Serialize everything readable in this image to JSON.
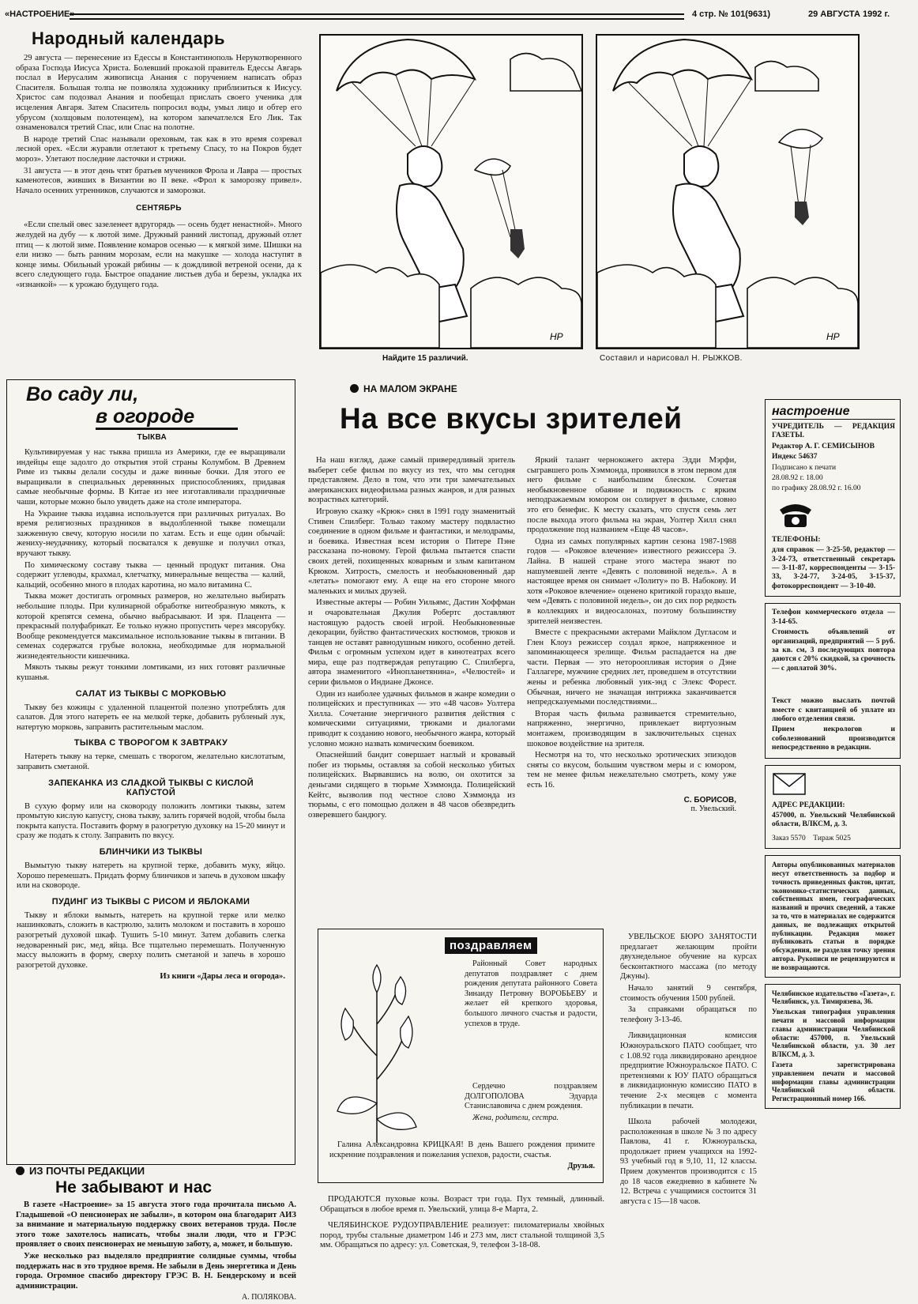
{
  "header": {
    "paper": "«НАСТРОЕНИЕ»",
    "issue": "4 стр. № 101(9631)",
    "date": "29 АВГУСТА 1992 г."
  },
  "calendar": {
    "title": "Народный календарь",
    "p1": "29 августа — перенесение из Едессы в Константинополь Нерукотворенного образа Господа Иисуса Христа. Болевший проказой правитель Едессы Авгарь послал в Иерусалим живописца Анания с поручением написать образ Спасителя. Большая толпа не позволяла художнику приблизиться к Иисусу. Христос сам подозвал Анания и пообещал прислать своего ученика для исцеления Авгаря. Затем Спаситель попросил воды, умыл лицо и обтер его убрусом (холщовым полотенцем), на котором запечатлелся Его Лик. Так ознаменовался третий Спас, или Спас на полотне.",
    "p2": "В народе третий Спас называли ореховым, так как в это время созревал лесной орех. «Если журавли отлетают к третьему Спасу, то на Покров будет мороз». Улетают последние ласточки и стрижи.",
    "p3": "31 августа — в этот день чтят братьев мучеников Фрола и Лавра — простых каменотесов, живших в Византии во II веке. «Фрол к заморозку привел». Начало осенних утренников, случаются и заморозки.",
    "sept_heading": "СЕНТЯБРЬ",
    "p4": "«Если спелый овес зазеленеет вдругорядь — осень будет ненастной». Много желудей на дубу — к лютой зиме. Дружный ранний листопад, дружный отлет птиц — к лютой зиме. Появление комаров осенью — к мягкой зиме. Шишки на ели низко — быть ранним морозам, если на макушке — холода наступят в конце зимы. Обильный урожай рябины — к дождливой ветреной осени, да к всего следующего года. Быстрое опадание листьев дуба и березы, укладка их «изнанкой» — к урожаю будущего года."
  },
  "puzzle": {
    "caption_left": "Найдите 15 различий.",
    "caption_right": "Составил и нарисовал Н. РЫЖКОВ.",
    "signature": "НР"
  },
  "garden": {
    "title_line1": "Во саду ли,",
    "title_line2": "в огороде",
    "subtitle": "ТЫКВА",
    "p1": "Культивируемая у нас тыква пришла из Америки, где ее выращивали индейцы еще задолго до открытия этой страны Колумбом. В Древнем Риме из тыквы делали сосуды и даже винные бочки. Для этого ее выращивали в специальных деревянных приспособлениях, придавая самые необычные формы. В Китае из нее изготавливали праздничные чаши, которые можно было увидеть даже на столе императора.",
    "p2": "На Украине тыква издавна используется при различных ритуалах. Во время религиозных праздников в выдолбленной тыкве помещали зажженную свечу, которую носили по хатам. Есть и еще один обычай: жениху-неудачнику, который посватался к девушке и получил отказ, вручают тыкву.",
    "p3": "По химическому составу тыква — ценный продукт питания. Она содержит углеводы, крахмал, клетчатку, минеральные вещества — калий, кальций, особенно много в плодах каротина, но мало витамина С.",
    "p4": "Тыква может достигать огромных размеров, но желательно выбирать небольшие плоды. При кулинарной обработке нитеобразную мякоть, к которой крепятся семена, обычно выбрасывают. И зря. Плацента — прекрасный полуфабрикат. Ее только нужно пропустить через мясорубку. Вообще рекомендуется максимальное использование тыквы в питании. В семенах содержатся грубые волокна, необходимые для нормальной жизнедеятельности кишечника.",
    "p5": "Мякоть тыквы режут тонкими ломтиками, из них готовят различные кушанья.",
    "r1_title": "САЛАТ ИЗ ТЫКВЫ С МОРКОВЬЮ",
    "r1": "Тыкву без кожицы с удаленной плацентой полезно употреблять для салатов. Для этого натереть ее на мелкой терке, добавить рубленый лук, натертую морковь, заправить растительным маслом.",
    "r2_title": "ТЫКВА С ТВОРОГОМ К ЗАВТРАКУ",
    "r2": "Натереть тыкву на терке, смешать с творогом, желательно кислотатым, заправить сметаной.",
    "r3_title": "ЗАПЕКАНКА ИЗ СЛАДКОЙ ТЫКВЫ С КИСЛОЙ КАПУСТОЙ",
    "r3": "В сухую форму или на сковороду положить ломтики тыквы, затем промытую кислую капусту, снова тыкву, залить горячей водой, чтобы была покрыта капуста. Поставить форму в разогретую духовку на 15-20 минут и сразу же подать к столу. Заправить по вкусу.",
    "r4_title": "БЛИНЧИКИ ИЗ ТЫКВЫ",
    "r4": "Вымытую тыкву натереть на крупной терке, добавить муку, яйцо. Хорошо перемешать. Придать форму блинчиков и запечь в духовом шкафу или на сковороде.",
    "r5_title": "ПУДИНГ ИЗ ТЫКВЫ С РИСОМ И ЯБЛОКАМИ",
    "r5": "Тыкву и яблоки вымыть, натереть на крупной терке или мелко нашинковать, сложить в кастрюлю, залить молоком и поставить в хорошо разогретый духовой шкаф. Тушить 5-10 минут. Затем добавить слегка недоваренный рис, мед, яйца. Все тщательно перемешать. Полученную массу выложить в форму, сверху полить сметаной и запечь в хорошо разогретой духовке.",
    "source": "Из книги «Дары леса и огорода»."
  },
  "mail": {
    "rubric": "ИЗ ПОЧТЫ РЕДАКЦИИ",
    "title": "Не забывают и нас",
    "p1": "В газете «Настроение» за 15 августа этого года прочитала письмо А. Гладышевой «О пенсионерах не забыли», в котором она благодарит АИЗ за внимание и материальную поддержку своих ветеранов труда. После этого тоже захотелось написать, чтобы знали люди, что и ГРЭС проявляет о своих пенсионерах не меньшую заботу, а, может, и большую.",
    "p2": "Уже несколько раз выделяло предприятие солидные суммы, чтобы поддержать нас в это трудное время. Не забыли в День энергетика и День города. Огромное спасибо директору ГРЭС В. Н. Бендерскому и всей администрации.",
    "author": "А. ПОЛЯКОВА."
  },
  "tv": {
    "rubric": "НА МАЛОМ ЭКРАНЕ",
    "title": "На все вкусы зрителей",
    "c1p1": "На наш взгляд, даже самый привередливый зритель выберет себе фильм по вкусу из тех, что мы сегодня представляем. Дело в том, что эти три замечательных американских видеофильма разных жанров, и для разных возрастных категорий.",
    "c1p2": "Игровую сказку «Крюк» снял в 1991 году знаменитый Стивен Спилберг. Только такому мастеру подвластно соединение в одном фильме и фантастики, и мелодрамы, и боевика. Известная всем история о Питере Пэне рассказана по-новому. Герой фильма пытается спасти своих детей, похищенных коварным и злым капитаном Крюком. Хитрость, смелость и необыкновенный дар «летать» помогают ему. А еще на его стороне много маленьких и милых друзей.",
    "c1p3": "Известные актеры — Робин Уильямс, Дастин Хоффман и очаровательная Джулия Робертс доставляют настоящую радость своей игрой. Необыкновенные декорации, буйство фантастических костюмов, трюков и танцев не оставят равнодушным никого, особенно детей. Фильм с огромным успехом идет в кинотеатрах всего мира, еще раз подтверждая репутацию С. Спилберга, автора знаменитого «Инопланетянина», «Челюстей» и серии фильмов о Индиане Джонсе.",
    "c1p4": "Один из наиболее удачных фильмов в жанре комедии о полицейских и преступниках — это «48 часов» Уолтера Хилла. Сочетание энергичного развития действия с комическими ситуациями, трюками и диалогами приводит к созданию нового, необычного жанра, который условно можно назвать комическим боевиком.",
    "c1p5": "Опаснейший бандит совершает наглый и кровавый побег из тюрьмы, оставляя за собой несколько убитых полицейских. Вырвавшись на волю, он охотится за деньгами сидящего в тюрьме Хэммонда. Полицейский Кейтс, вызволив под честное слово Хэммонда из тюрьмы, с его помощью должен в 48 часов обезвредить озверевшего бандюгу.",
    "c2p1": "Яркий талант чернокожего актера Эдди Мэрфи, сыгравшего роль Хэммонда, проявился в этом первом для него фильме с наибольшим блеском. Сочетая необыкновенное обаяние и подвижность с ярким неподражаемым юмором он солирует в фильме, словно это его бенефис. К месту сказать, что спустя семь лет после выхода этого фильма на экран, Уолтер Хилл снял продолжение под названием «Еще 48 часов».",
    "c2p2": "Одна из самых популярных картин сезона 1987-1988 годов — «Роковое влечение» известного режиссера Э. Лайна. В нашей стране этого мастера знают по нашумевшей ленте «Девять с половиной недель». А в настоящее время он снимает «Лолиту» по В. Набокову. И хотя «Роковое влечение» оценено критикой гораздо выше, чем «Девять с половиной недель», он до сих пор редкость в коллекциях и видеосалонах, поэтому большинству зрителей неизвестен.",
    "c2p3": "Вместе с прекрасными актерами Майклом Дугласом и Глен Клоуз режиссер создал яркое, напряженное и запоминающееся зрелище. Фильм распадается на две части. Первая — это нетороопливая история о Дэне Галлагере, мужчине средних лет, проведшем в отсутствии жены и ребенка любовный уик-энд с Элекс Форест. Обычная, ничего не значащая интрижка заканчивается непредсказуемыми последствиями...",
    "c2p4": "Вторая часть фильма развивается стремительно, напряженно, энергично, привлекает виртуозным монтажем, производящим в заключительных сценах шоковое воздействие на зрителя.",
    "c2p5": "Несмотря на то, что несколько эротических эпизодов сняты со вкусом, большим чувством меры и с юмором, тем не менее фильм нежелательно смотреть, кому уже есть 16.",
    "author": "С. БОРИСОВ,",
    "author_place": "п. Увельский."
  },
  "greetings": {
    "logo": "поздравляем",
    "g1": "Районный Совет народных депутатов поздравляет с днем рождения депутата районного Совета Зинаиду Петровну ВОРОБЬЕВУ и желает ей крепкого здоровья, большого личного счастья и радости, успехов в труде.",
    "g2": "Сердечно поздравляем ДОЛГОПОЛОВА Эдуарда Станиславовича с днем рождения.",
    "g2_sign": "Жена, родители, сестра.",
    "g3": "Галина Александровна КРИЦКАЯ! В день Вашего рождения примите искренние поздравления и пожелания успехов, радости, счастья.",
    "g3_sign": "Друзья."
  },
  "ads": {
    "bureau": "УВЕЛЬСКОЕ БЮРО ЗАНЯТОСТИ предлагает желающим пройти двухнедельное обучение на курсах бесконтактного массажа (по методу Джуны).",
    "bureau2": "Начало занятий 9 сентября, стоимость обучения 1500 рублей.",
    "bureau3": "За справками обращаться по телефону 3-13-46.",
    "pato": "Ликвидационная комиссия Южноуральского ПАТО сообщает, что с 1.08.92 года ликвидировано арендное предприятие Южноуральское ПАТО. С претензиями к ЮУ ПАТО обращаться в ликвидационную комиссию ПАТО в течение 2-х месяцев с момента публикации в печати.",
    "school": "Школа рабочей молодежи, расположенная в школе № 3 по адресу Павлова, 41 г. Южноуральска, продолжает прием учащихся на 1992-93 учебный год в 9,10, 11, 12 классы. Прием документов производится с 15 до 18 часов ежедневно в кабинете № 12. Встреча с учащимися состоится 31 августа с 15—18 часов.",
    "goats": "ПРОДАЮТСЯ пуховые козы. Возраст три года. Пух темный, длинный. Обращаться в любое время п. Увельский, улица 8-е Марта, 2.",
    "rudo": "ЧЕЛЯБИНСКОЕ РУДОУПРАВЛЕНИЕ реализует: пиломатериалы хвойных пород, трубы стальные диаметром 146 и 273 мм, лист стальной толщиной 3,5 мм. Обращаться по адресу: ул. Советская, 9, телефон 3-18-08."
  },
  "masthead": {
    "logo": "настроение",
    "founder": "УЧРЕДИТЕЛЬ — РЕДАКЦИЯ ГАЗЕТЫ.",
    "editor": "Редактор А. Г. СЕМИСЫНОВ",
    "index": "Индекс 54637",
    "signed": "Подписано к печати",
    "signed_date": "28.08.92 г. 18.00",
    "schedule": "по графику 28.08.92 г. 16.00",
    "phones_title": "ТЕЛЕФОНЫ:",
    "phones": "для справок — 3-25-50, редактор — 3-24-73, ответственный секретарь — 3-11-87, корреспонденты — 3-15-33, 3-24-77, 3-24-05, 3-15-37, фотокорреспондент — 3-10-40.",
    "ads_phone": "Телефон коммерческого отдела — 3-14-65.",
    "ads_price": "Стоимость объявлений от организаций, предприятий — 5 руб. за кв. см, 3 последующих повтора даются с 20% скидкой, за срочность — с доплатой 30%.",
    "text_send": "Текст можно выслать почтой вместе с квитанцией об уплате из любого отделения связи.",
    "obituaries": "Прием некрологов и соболезнований производится непосредственно в редакции.",
    "address_title": "АДРЕС РЕДАКЦИИ:",
    "address": "457000, п. Увельский Челябинской области, ВЛКСМ, д. 3.",
    "order": "Заказ 5570",
    "circulation": "Тираж 5025",
    "authors_note": "Авторы опубликованных материалов несут ответственность за подбор и точность приведенных фактов, цитат, экономико-статистических данных, собственных имен, географических названий и прочих сведений, а также за то, что в материалах не содержится данных, не подлежащих открытой публикации. Редакция может публиковать статьи в порядке обсуждения, не разделяя точку зрения автора. Рукописи не рецензируются и не возвращаются.",
    "publisher": "Челябинское издательство «Газета», г. Челябинск, ул. Тимирязева, 36.",
    "printer": "Увельская типография управления печати и массовой информации главы администрации Челябинской области: 457000, п. Увельский Челябинской области, ул. 30 лет ВЛКСМ, д. 3.",
    "registered": "Газета зарегистрирована управлением печати и массовой информации главы администрации Челябинской области. Регистрационный номер 166."
  }
}
